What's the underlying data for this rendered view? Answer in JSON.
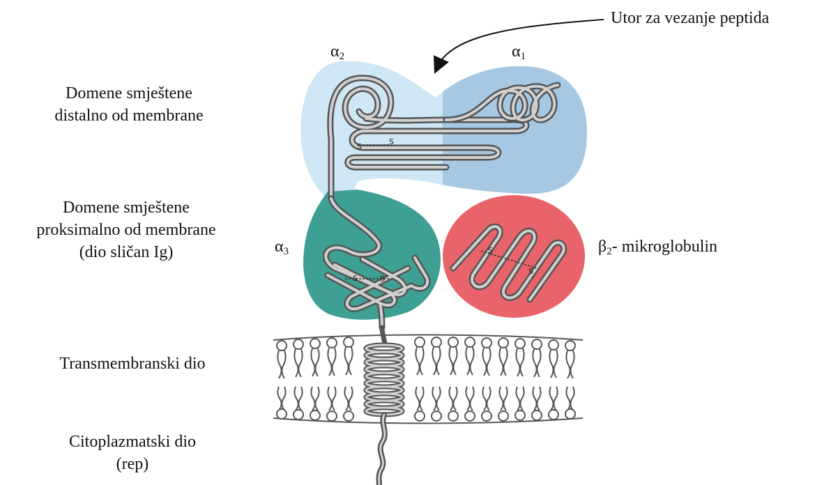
{
  "labels": {
    "groove": "Utor za vezanje peptida",
    "alpha2": {
      "base": "α",
      "sub": "2"
    },
    "alpha1": {
      "base": "α",
      "sub": "1"
    },
    "alpha3": {
      "base": "α",
      "sub": "3"
    },
    "beta2": {
      "base": "β",
      "sub": "2",
      "rest": "- mikroglobulin"
    },
    "distal": {
      "line1": "Domene smještene",
      "line2": "distalno od membrane"
    },
    "proximal": {
      "line1": "Domene smještene",
      "line2": "proksimalno od membrane",
      "line3": "(dio sličan Ig)"
    },
    "transmembrane": "Transmembranski dio",
    "cytoplasmic": {
      "line1": "Citoplazmatski dio",
      "line2": "(rep)"
    },
    "disulfide": "S"
  },
  "colors": {
    "alpha2_domain": "#cfe6f4",
    "alpha1_domain": "#a7c8e3",
    "alpha3_domain": "#3e9f93",
    "beta2_domain": "#e9636a",
    "chain_outline": "#555555",
    "chain_fill": "#d0d0d0"
  }
}
